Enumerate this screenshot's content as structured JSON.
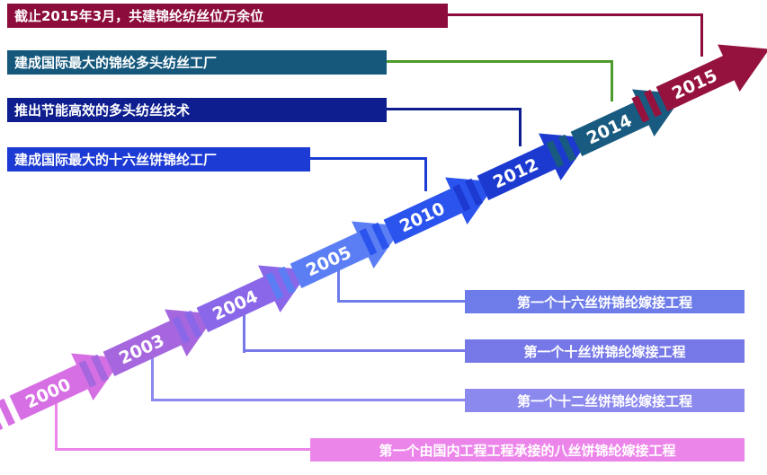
{
  "arrows": [
    {
      "year": "2000",
      "color": "#d76fe4"
    },
    {
      "year": "2003",
      "color": "#a667de"
    },
    {
      "year": "2004",
      "color": "#8a67e8"
    },
    {
      "year": "2005",
      "color": "#5b7ef4"
    },
    {
      "year": "2010",
      "color": "#2b54ee"
    },
    {
      "year": "2012",
      "color": "#1c3ad0"
    },
    {
      "year": "2014",
      "color": "#195a80"
    },
    {
      "year": "2015",
      "color": "#96123e"
    }
  ],
  "top_labels": [
    {
      "text": "截止2015年3月，共建锦纶纺丝位万余位",
      "color": "#8c0c3c",
      "connector_color": "#8c0c3c"
    },
    {
      "text": "建成国际最大的锦纶多头纺丝工厂",
      "color": "#15587c",
      "connector_color": "#4f9a2d"
    },
    {
      "text": "推出节能高效的多头纺丝技术",
      "color": "#0e1e8e",
      "connector_color": "#0e1e8e"
    },
    {
      "text": "建成国际最大的十六丝饼锦纶工厂",
      "color": "#1c3ad4",
      "connector_color": "#1c3ad4"
    }
  ],
  "bottom_labels": [
    {
      "text": "第一个十六丝饼锦纶嫁接工程",
      "color": "#6d7ce8",
      "connector_color": "#6d7ce8"
    },
    {
      "text": "第一个十丝饼锦纶嫁接工程",
      "color": "#7678e8",
      "connector_color": "#7678e8"
    },
    {
      "text": "第一个十二丝饼锦纶嫁接工程",
      "color": "#8b88ee",
      "connector_color": "#8b88ee"
    },
    {
      "text": "第一个由国内工程工程承接的八丝饼锦纶嫁接工程",
      "color": "#ec85ea",
      "connector_color": "#ec85ea"
    }
  ]
}
